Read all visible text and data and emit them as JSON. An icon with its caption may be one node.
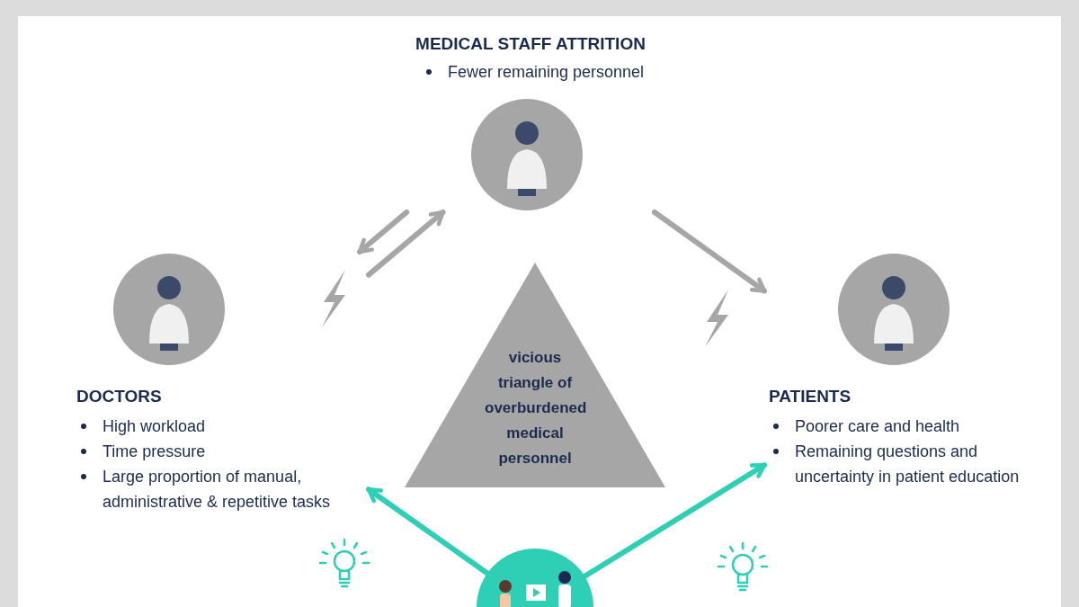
{
  "diagram": {
    "nodes": [
      {
        "text": [
          "MEDICAL STAFF ATTRITION",
          "Fewer remaining personnel"
        ]
      },
      {
        "text": [
          "DOCTORS",
          "High workload",
          "Time pressure",
          "Large proportion of manual, administrative & repetitive tasks"
        ]
      },
      {
        "text": [
          "PATIENTS",
          "Poorer care and health",
          "Remaining questions and uncertainty in patient education"
        ]
      },
      {
        "text": [
          "vicious triangle of overburdened medical personnel"
        ]
      },
      {
        "text": [],
        "shape": "picture"
      }
    ],
    "edges": [
      {
        "from": 1,
        "to": 0,
        "arrow": "to"
      },
      {
        "from": 0,
        "to": 1,
        "arrow": "to"
      },
      {
        "from": 0,
        "to": 2,
        "arrow": "to"
      },
      {
        "from": 4,
        "to": 1,
        "arrow": "to",
        "color": "#2ecfb5"
      },
      {
        "from": 4,
        "to": 2,
        "arrow": "to",
        "color": "#2ecfb5"
      }
    ]
  }
}
